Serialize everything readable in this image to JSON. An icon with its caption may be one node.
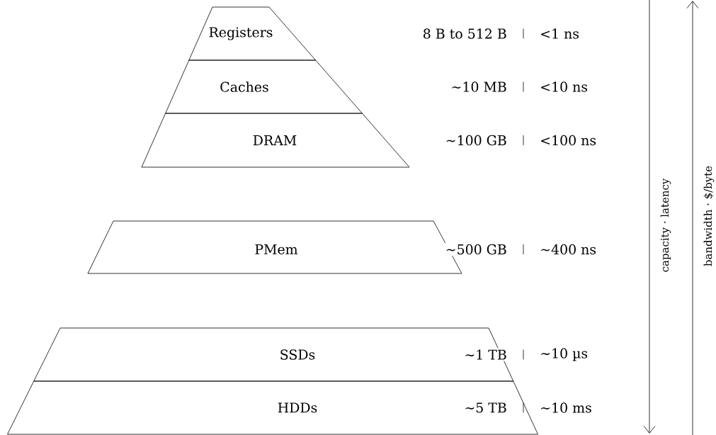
{
  "diagram": {
    "nodes": [
      {
        "text": [
          "Registers"
        ],
        "beside": [
          "8 B to 512 B",
          "<1 ns"
        ]
      },
      {
        "text": [
          "Caches"
        ],
        "beside": [
          "∼10 MB",
          "<10 ns"
        ]
      },
      {
        "text": [
          "DRAM"
        ],
        "beside": [
          "∼100 GB",
          "<100 ns"
        ]
      },
      {
        "text": [
          "PMem"
        ],
        "beside": [
          "∼500 GB",
          "∼400 ns"
        ]
      },
      {
        "text": [
          "SSDs",
          "∼1 TB"
        ],
        "beside": [
          "∼10 µs"
        ]
      },
      {
        "text": [
          "HDDs",
          "∼5 TB"
        ],
        "beside": [
          "∼10 ms"
        ]
      }
    ],
    "labels": [
      "capacity · latency",
      "bandwidth · $/byte"
    ]
  }
}
